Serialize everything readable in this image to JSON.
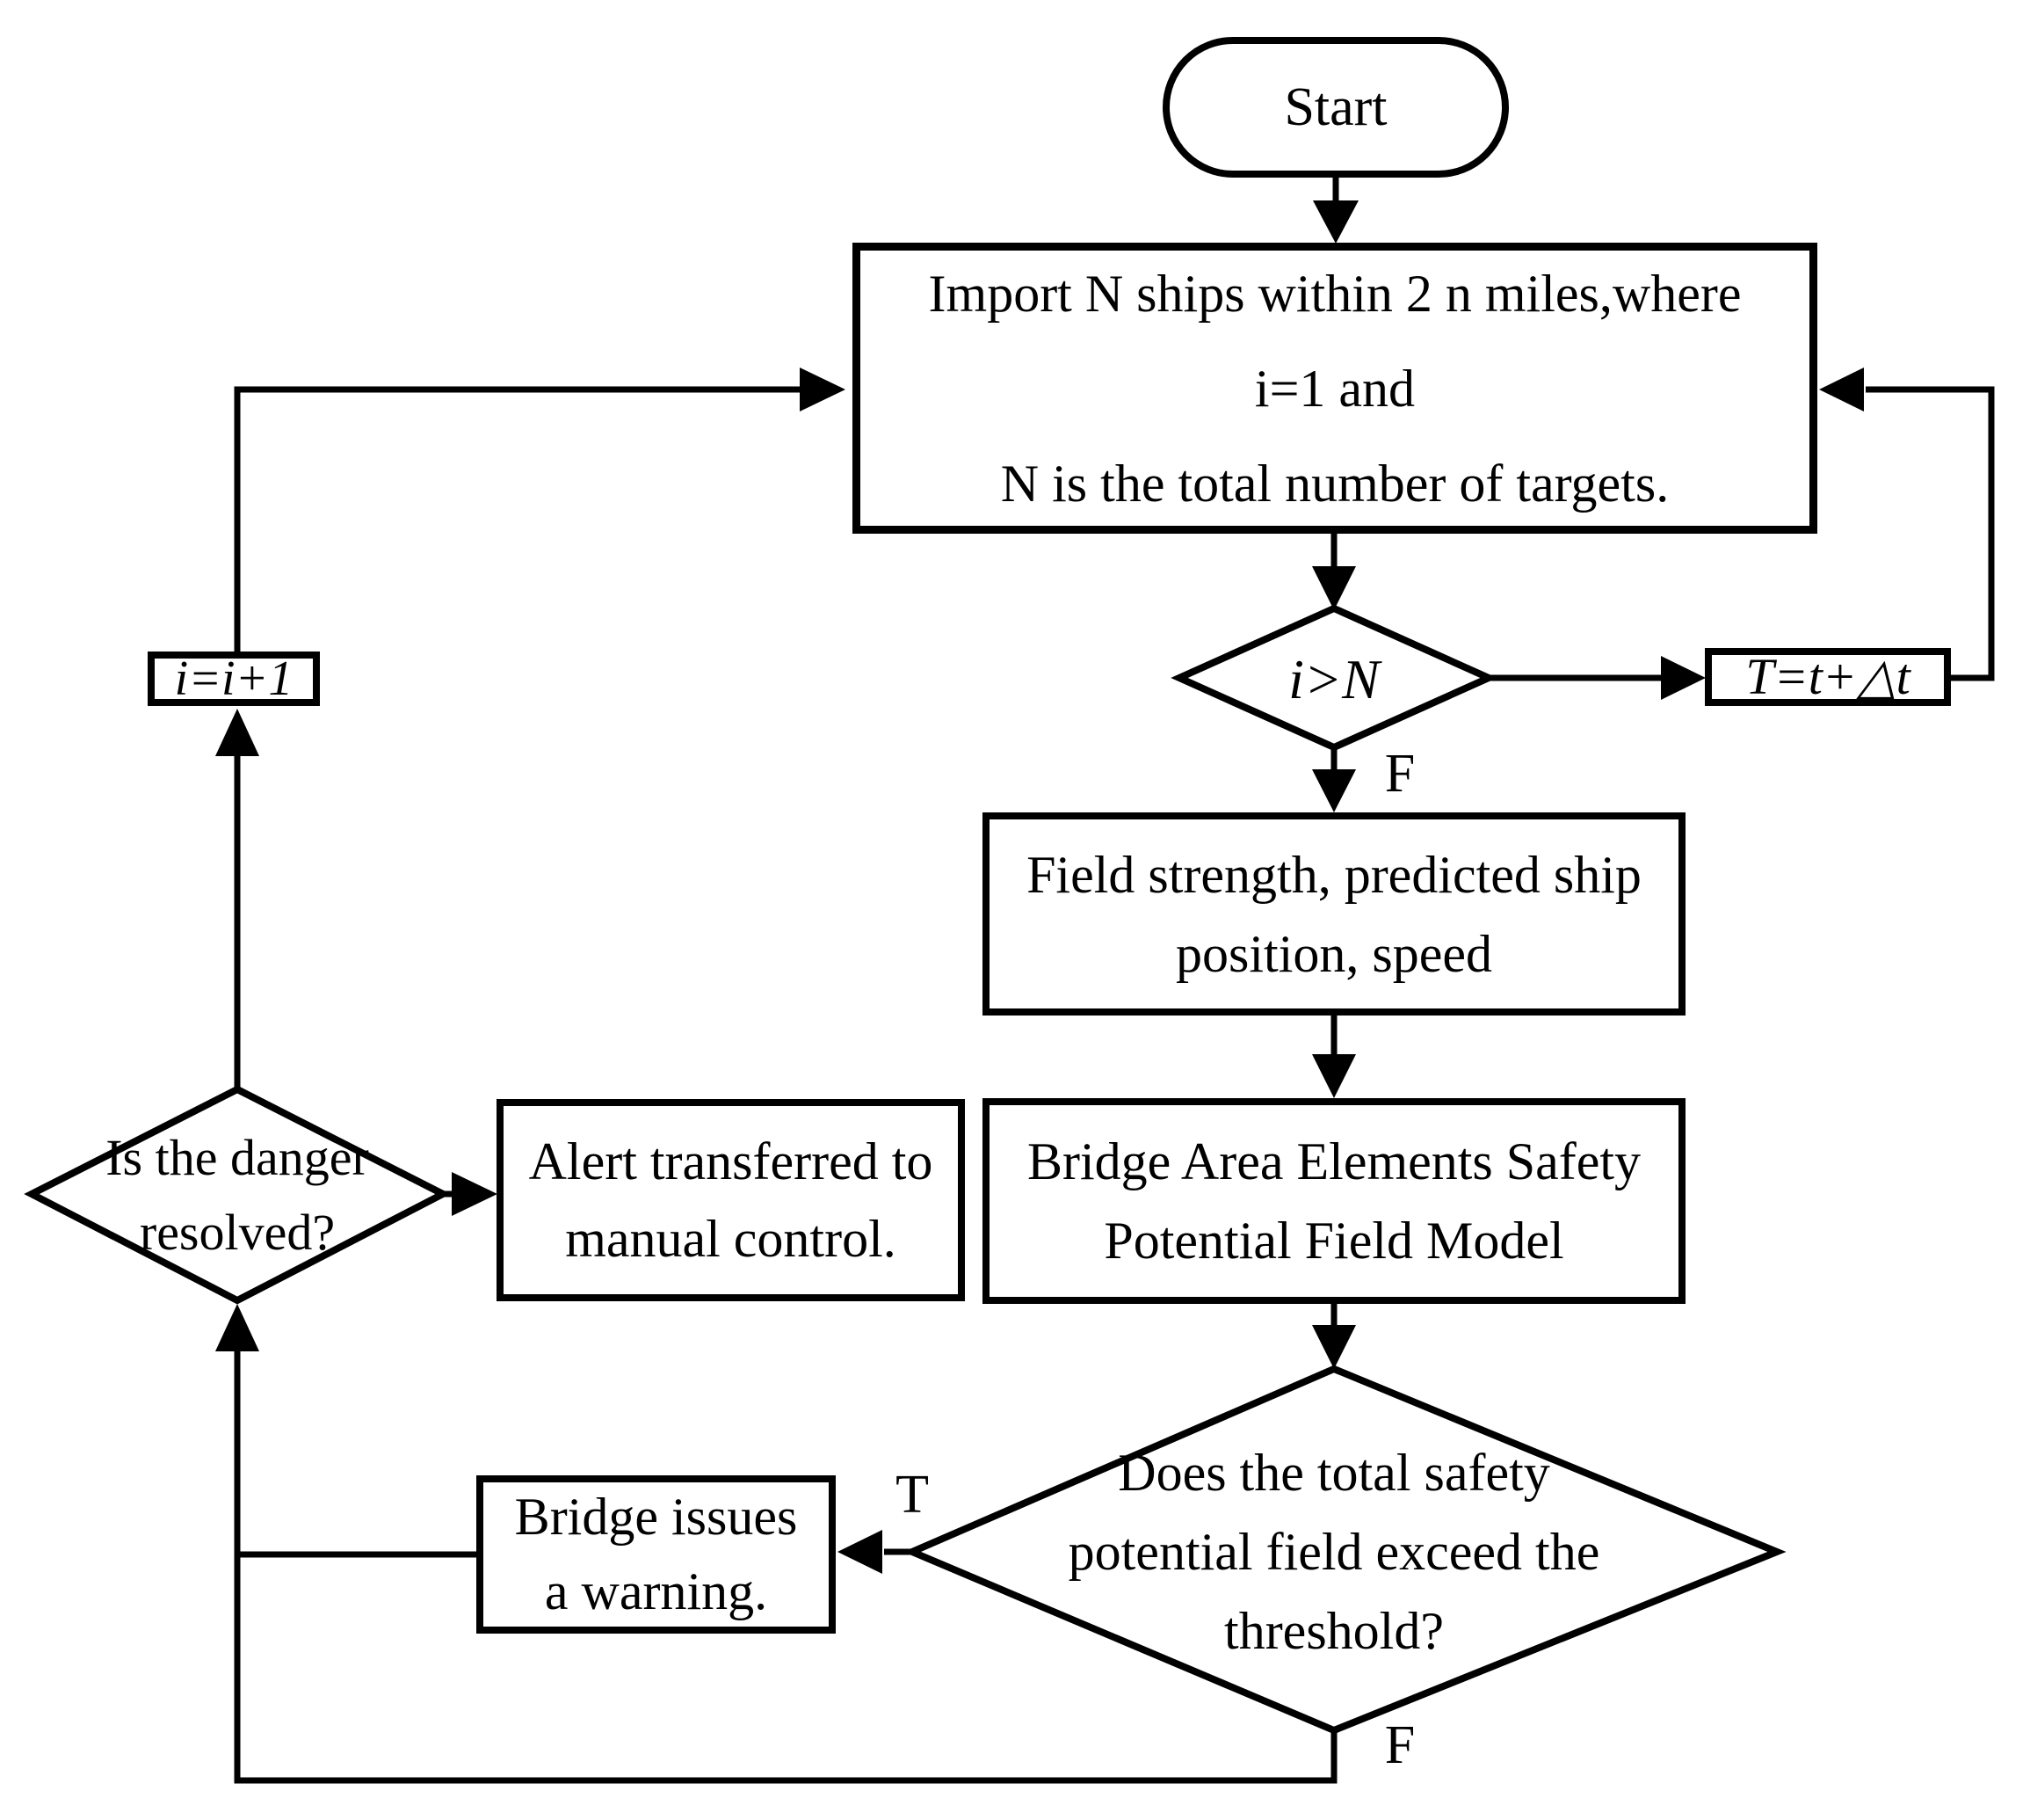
{
  "title": "Ship safety potential field flowchart",
  "colors": {
    "stroke": "#000000",
    "background": "#ffffff"
  },
  "nodes": {
    "start": "Start",
    "import_ships": "Import N ships within 2 n miles,where\ni=1 and\nN is the total number of targets.",
    "i_gt_n": "i>N",
    "t_update": "T=t+△t",
    "i_increment": "i=i+1",
    "field_strength": "Field strength, predicted ship\nposition, speed",
    "bridge_model": "Bridge Area Elements Safety\nPotential Field Model",
    "threshold_decision": "Does the total safety\npotential field exceed the\nthreshold?",
    "bridge_warning": "Bridge issues\na warning.",
    "danger_resolved": "Is the danger\nresolved?",
    "alert_manual": "Alert transferred to\nmanual control."
  },
  "edge_labels": {
    "i_gt_n_false": "F",
    "threshold_true": "T",
    "threshold_false": "F"
  }
}
